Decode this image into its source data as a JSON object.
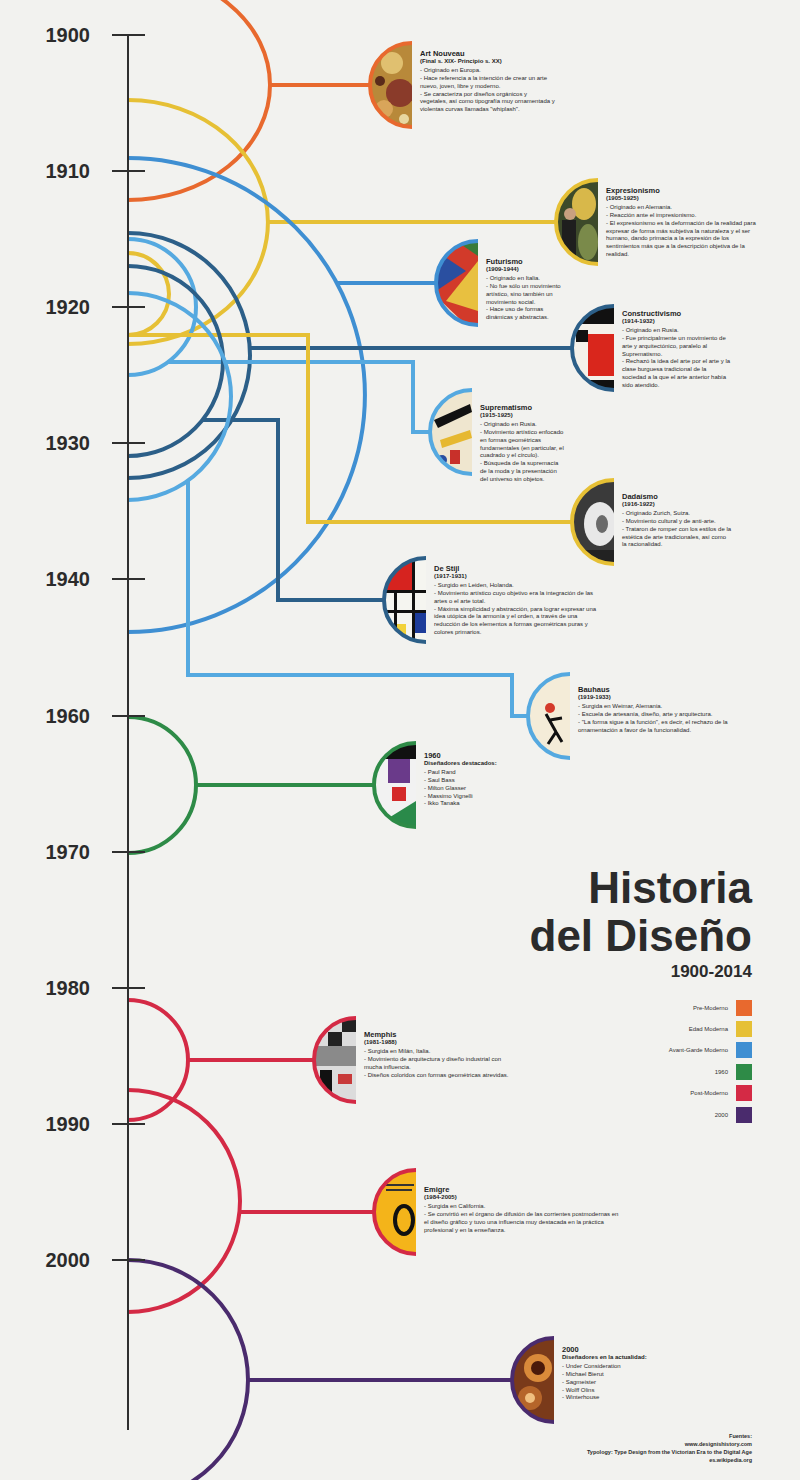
{
  "diagram": {
    "title": "Historia del Diseño",
    "nodes": [
      {
        "text": [
          "Art Nouveau",
          "(Final s. XIX- Principio s. XX)",
          "- Originado en Europa.",
          "- Hace referencia a la intención de crear un arte nuevo, joven, libre y moderno.",
          "- Se caracteriza por diseños orgánicos y vegetales, así como tipografía muy ornamentada y violentas curvas llamadas \"whiplash\"."
        ]
      },
      {
        "text": [
          "Expresionismo",
          "(1905-1925)",
          "- Originado en Alemania.",
          "- Reacción ante el impresionismo.",
          "- El expresionismo es la deformación de la realidad para expresar de forma más subjetiva la naturaleza y el ser humano, dando primacía a la expresión de los sentimientos más que a la descripción objetiva de la realidad."
        ]
      },
      {
        "text": [
          "Futurismo",
          "(1909-1944)",
          "- Originado en Italia.",
          "- No fue sólo un movimiento artístico, sino también un movimiento social.",
          "- Hace uso de formas dinámicas y abstractas."
        ]
      },
      {
        "text": [
          "Constructivismo",
          "(1914-1932)",
          "- Originado en Rusia.",
          "- Fue principalmente un movimiento de arte y arquitectónico, paralelo al Suprematismo.",
          "- Rechazó la idea del arte por el arte y la clase burguesa tradicional de la sociedad a la que el arte anterior había sido atendido."
        ]
      },
      {
        "text": [
          "Suprematismo",
          "(1915-1925)",
          "- Originado en Rusia.",
          "- Movimiento artístico enfocado en formas geométricas fundamentales (en particular, el cuadrado y el círculo).",
          "- Búsqueda de la supremacía de la moda y la presentación del universo sin objetos."
        ]
      },
      {
        "text": [
          "Dadaísmo",
          "(1916-1922)",
          "- Originado Zurich, Suiza.",
          "- Movimiento cultural y de anti-arte.",
          "- Trataron de romper con los estilos de la estética de arte tradicionales, así como la racionalidad."
        ]
      },
      {
        "text": [
          "De Stijl",
          "(1917-1931)",
          "- Surgido en Leiden, Holanda.",
          "- Movimiento artístico cuyo objetivo era la integración de las artes o el arte total.",
          "- Máxima simplicidad y abstracción, para lograr expresar una idea utópica de la armonía y el orden, a través de una reducción de los elementos a formas geométricas puras y colores primarios."
        ]
      },
      {
        "text": [
          "Bauhaus",
          "(1919-1933)",
          "- Surgida en Weimar, Alemania.",
          "- Escuela de artesanía, diseño, arte y arquitectura.",
          "- \"La forma sigue a la función\", es decir, el rechazo de la ornamentación a favor de la funcionalidad."
        ]
      },
      {
        "text": [
          "1960",
          "Diseñadores destacados:",
          "- Paul Rand",
          "- Saul Bass",
          "- Milton Glasser",
          "- Massimo Vignelli",
          "- Ikko Tanaka"
        ]
      },
      {
        "text": [
          "Memphis",
          "(1981-1988)",
          "- Surgida en Milán, Italia.",
          "- Movimiento de arquitectura y diseño industrial con mucha influencia.",
          "- Diseños coloridos con formas geométricas atrevidas."
        ]
      },
      {
        "text": [
          "Emigre",
          "(1984-2005)",
          "- Surgida en California.",
          "- Se convirtió en el órgano de difusión de las corrientes postmodernas en el diseño gráfico y tuvo una influencia muy destacada en la práctica profesional y en la enseñanza."
        ]
      },
      {
        "text": [
          "2000",
          "Diseñadores en la actualidad:",
          "- Under Consideration",
          "- Michael Bierut",
          "- Sagmeister",
          "- Wolff Olins",
          "- Winterhouse"
        ]
      }
    ],
    "labels": [
      "1900",
      "1910",
      "1920",
      "1930",
      "1940",
      "1960",
      "1970",
      "1980",
      "1990",
      "2000",
      "1900-2014",
      "Fuentes:",
      "www.designishistory.com",
      "Typology: Type Design from the Victorian Era to the Digital Age",
      "es.wikipedia.org"
    ],
    "legend": [
      {
        "text": "Pre-Moderno",
        "color": "#e8692e"
      },
      {
        "text": "Edad Moderna",
        "color": "#e6c035"
      },
      {
        "text": "Avant-Garde Moderno",
        "color": "#3f8fd2"
      },
      {
        "text": "1960",
        "color": "#2e8b47"
      },
      {
        "text": "Post-Moderno",
        "color": "#d42a45"
      },
      {
        "text": "2000",
        "color": "#4a2b6d"
      }
    ]
  }
}
